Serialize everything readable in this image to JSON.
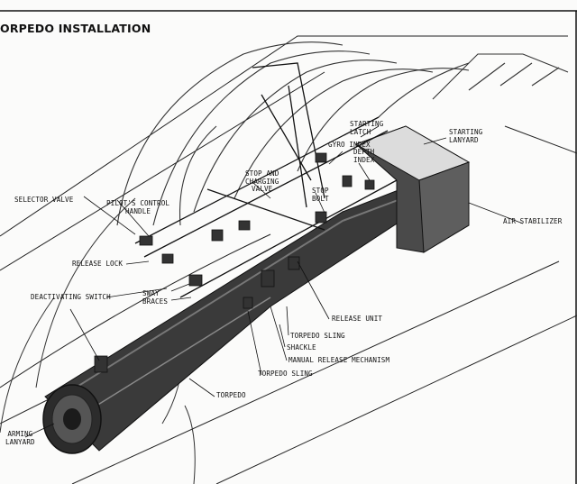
{
  "figure": {
    "title": "ORPEDO INSTALLATION",
    "labels": {
      "selector_valve": "SELECTOR VALVE",
      "pilots_control_handle": [
        "PILOT'S CONTROL",
        "HANDLE"
      ],
      "release_lock": "RELEASE LOCK",
      "deactivating_switch": "DEACTIVATING SWITCH",
      "sway_braces": [
        "SWAY",
        "BRACES"
      ],
      "arming_lanyard": [
        "ARMING",
        "LANYARD"
      ],
      "torpedo": "TORPEDO",
      "torpedo_sling_lower": "TORPEDO SLING",
      "manual_release_mechanism": "MANUAL RELEASE MECHANISM",
      "shackle": "SHACKLE",
      "torpedo_sling_upper": "TORPEDO SLING",
      "release_unit": "RELEASE UNIT",
      "stop_and_charging_valve": [
        "STOP AND",
        "CHARGING",
        "VALVE"
      ],
      "stop_bolt": [
        "STOP",
        "BOLT"
      ],
      "gyro_index": "GYRO INDEX",
      "depth_index": [
        "DEPTH",
        "INDEX"
      ],
      "starting_latch": [
        "STARTING",
        "LATCH"
      ],
      "starting_lanyard": [
        "STARTING",
        "LANYARD"
      ],
      "air_stabilizer": "AIR STABILIZER"
    }
  }
}
